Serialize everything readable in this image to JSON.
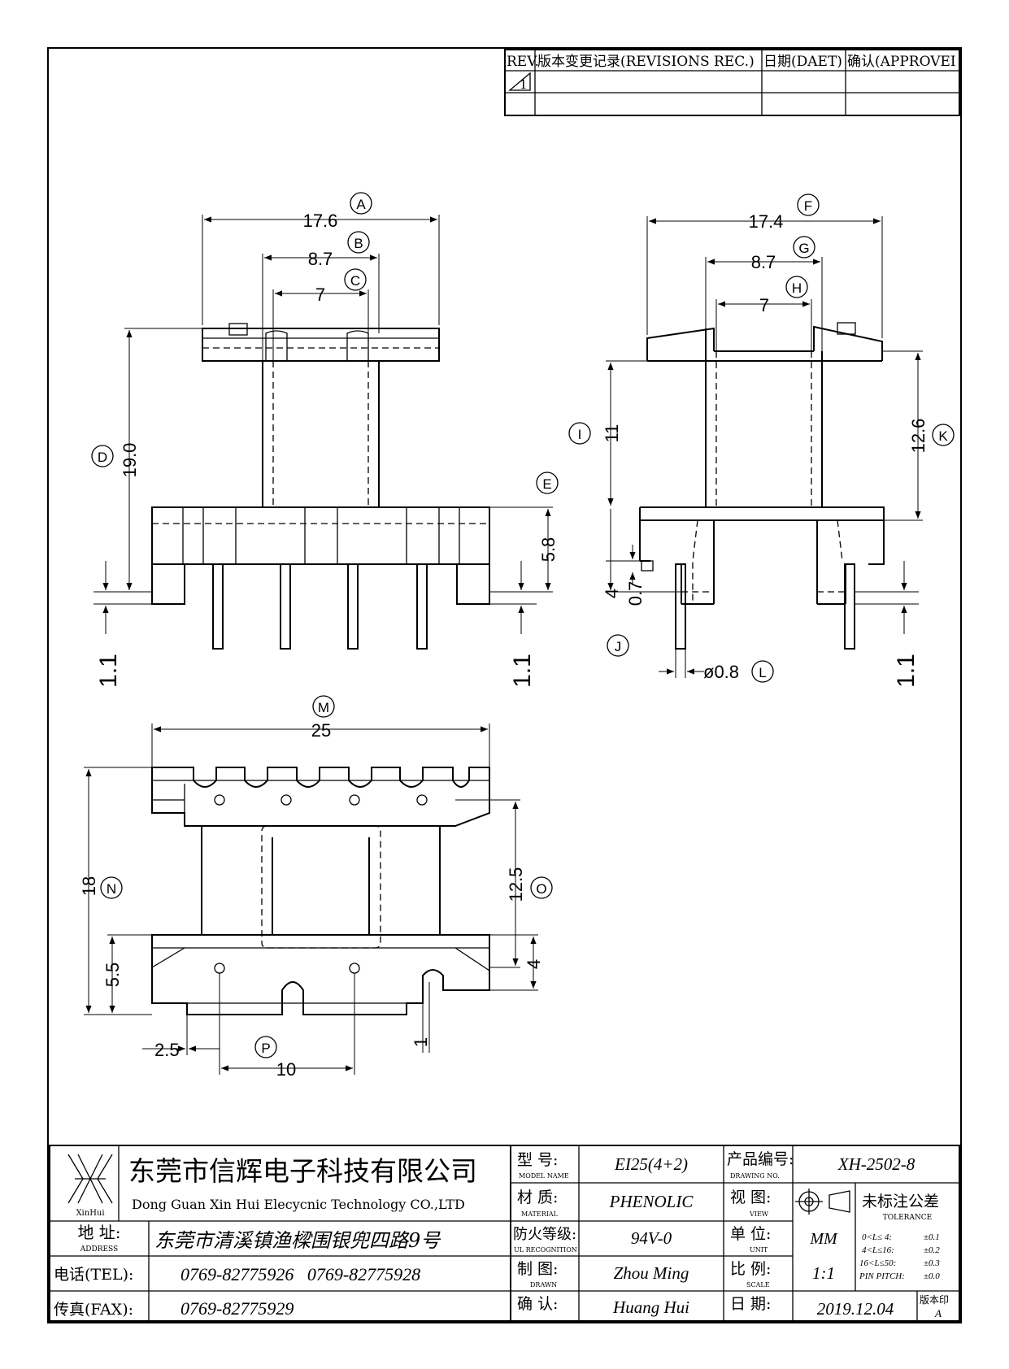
{
  "revisions": {
    "headers": [
      "REV.",
      "版本变更记录(REVISIONS REC.)",
      "日期(DAET)",
      "确认(APPROVEI"
    ],
    "rev_mark": "1"
  },
  "dimensions": {
    "A": {
      "label": "A",
      "value": "17.6"
    },
    "B": {
      "label": "B",
      "value": "8.7"
    },
    "C": {
      "label": "C",
      "value": "7"
    },
    "D": {
      "label": "D",
      "value": "19.0"
    },
    "E": {
      "label": "E",
      "value": "5.8"
    },
    "F": {
      "label": "F",
      "value": "17.4"
    },
    "G": {
      "label": "G",
      "value": "8.7"
    },
    "H": {
      "label": "H",
      "value": "7"
    },
    "I": {
      "label": "I",
      "value": "11"
    },
    "J": {
      "label": "J",
      "value": "4"
    },
    "K": {
      "label": "K",
      "value": "12.6"
    },
    "L": {
      "label": "L",
      "value": "ø0.8"
    },
    "M": {
      "label": "M",
      "value": "25"
    },
    "N": {
      "label": "N",
      "value": "18"
    },
    "O": {
      "label": "O",
      "value": "12.5"
    },
    "P": {
      "label": "P",
      "value": "10"
    },
    "front_pin_left": "1.1",
    "front_pin_right": "1.1",
    "side_pin_right": "1.1",
    "side_pin_step": "0.7",
    "bottom_left_height": "5.5",
    "bottom_right_height": "4",
    "bottom_pin_offset": "2.5",
    "bottom_slot_width": "1"
  },
  "title_block": {
    "company_cn": "东莞市信辉电子科技有限公司",
    "company_en": "Dong Guan Xin Hui Elecycnic Technology CO.,LTD",
    "logo_text": "XinHui",
    "address_label_cn": "地 址:",
    "address_label_en": "ADDRESS",
    "address_value": "东莞市清溪镇渔樑围银兜四路9号",
    "tel_label": "电话(TEL):",
    "tel_value": "0769-82775926   0769-82775928",
    "fax_label": "传真(FAX):",
    "fax_value": "0769-82775929",
    "model_label_cn": "型  号:",
    "model_label_en": "MODEL NAME",
    "model_value": "EI25(4+2)",
    "material_label_cn": "材  质:",
    "material_label_en": "MATERIAL",
    "material_value": "PHENOLIC",
    "ul_label_cn": "防火等级:",
    "ul_label_en": "UL RECOGNITION",
    "ul_value": "94V-0",
    "drawn_label_cn": "制  图:",
    "drawn_label_en": "DRAWN",
    "drawn_value": "Zhou Ming",
    "check_label_cn": "确  认:",
    "check_value": "Huang Hui",
    "drawing_no_label_cn": "产品编号:",
    "drawing_no_label_en": "DRAWING NO.",
    "drawing_no_value": "XH-2502-8",
    "view_label_cn": "视  图:",
    "view_label_en": "VIEW",
    "unit_label_cn": "单  位:",
    "unit_label_en": "UNIT",
    "unit_value": "MM",
    "scale_label_cn": "比  例:",
    "scale_label_en": "SCALE",
    "scale_value": "1:1",
    "date_label_cn": "日  期:",
    "date_value": "2019.12.04",
    "tolerance_cn": "未标注公差",
    "tolerance_en": "TOLERANCE",
    "tol_rows": [
      {
        "range": "0<L≤ 4:",
        "tol": "±0.1"
      },
      {
        "range": "4<L≤16:",
        "tol": "±0.2"
      },
      {
        "range": "16<L≤50:",
        "tol": "±0.3"
      },
      {
        "range": "PIN PITCH:",
        "tol": "±0.0"
      }
    ],
    "version_label": "版本印",
    "version_value": "A"
  }
}
